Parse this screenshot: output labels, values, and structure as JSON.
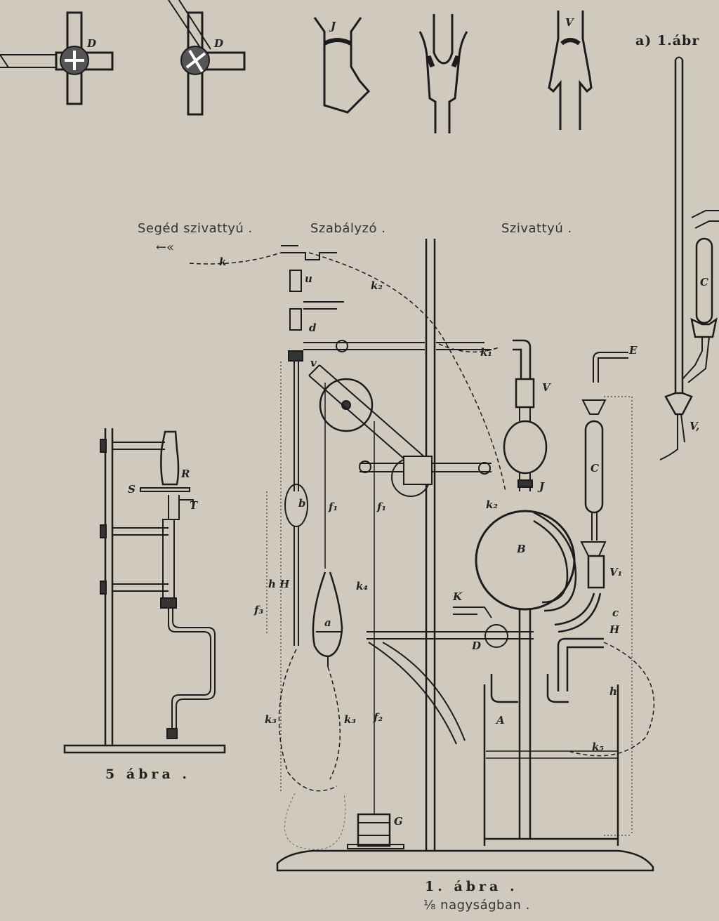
{
  "captions": {
    "aux_pump": "Segéd szivattyú .",
    "regulator": "Szabályzó .",
    "pump": "Szivattyú .",
    "fig_a": "a) 1.ábr",
    "fig5": "5 ábra .",
    "fig1": "1. ábra .",
    "scale": "⅛ nagyságban ."
  },
  "labels": {
    "D1": "D",
    "D2": "D",
    "J_top": "J",
    "V_top": "V",
    "k": "k",
    "u": "u",
    "k2_top": "k₂",
    "d": "d",
    "k1": "k₁",
    "v": "v",
    "E": "E",
    "V": "V",
    "J": "J",
    "B": "B",
    "C": "C",
    "V1": "V₁",
    "c": "c",
    "H_right": "H",
    "h_right": "h",
    "k5": "k₅",
    "K": "K",
    "D": "D",
    "A": "A",
    "k2_mid": "k₂",
    "f1_left": "f₁",
    "f1_right": "f₁",
    "b": "b",
    "hH": "h H",
    "f3": "f₃",
    "a": "a",
    "k4": "k₄",
    "k3_left": "k₃",
    "k3_right": "k₃",
    "f2": "f₂",
    "G": "G",
    "R": "R",
    "S": "S",
    "T": "T",
    "C_side": "C",
    "V1_side": "V,"
  }
}
